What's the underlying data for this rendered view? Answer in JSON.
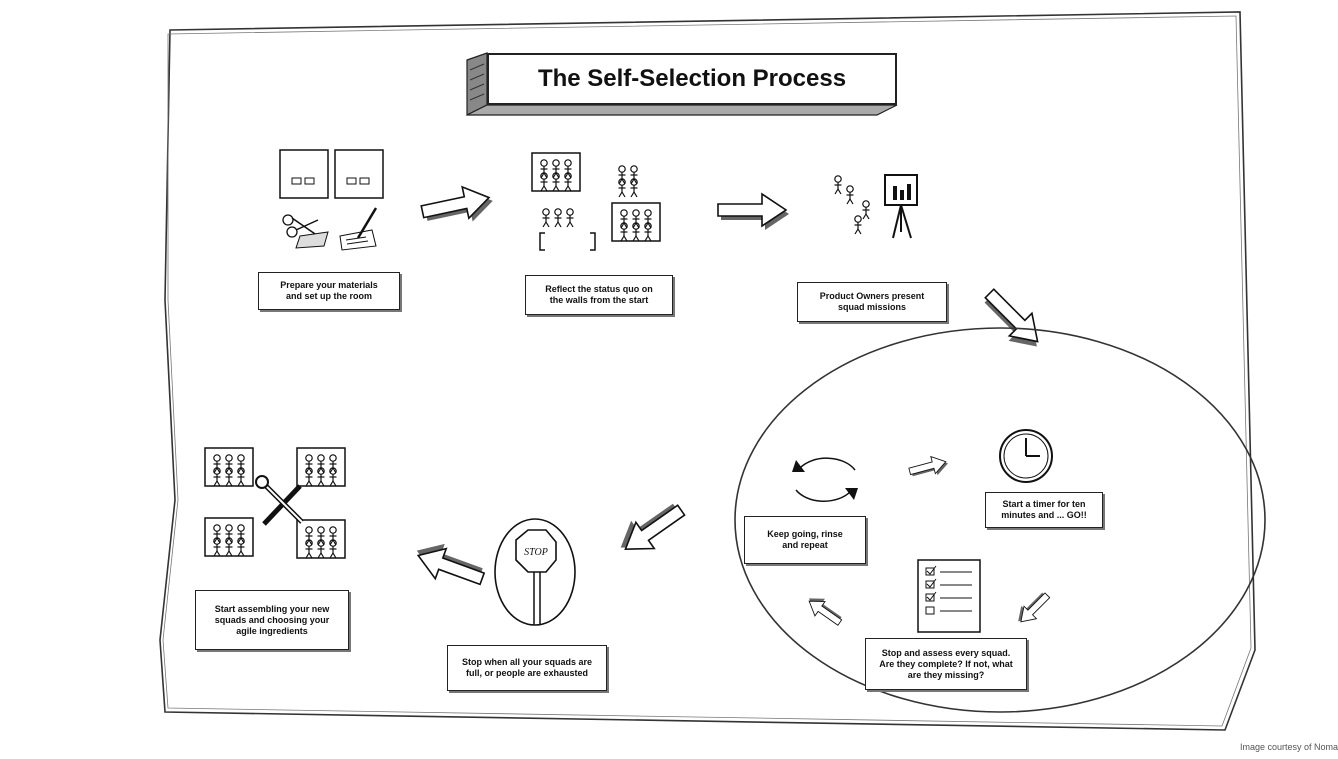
{
  "title": "The Self-Selection Process",
  "steps": {
    "prepare": "Prepare your materials\nand set up the room",
    "reflect": "Reflect the status quo on\nthe walls from the start",
    "present": "Product Owners present\nsquad missions",
    "timer": "Start a timer for ten\nminutes and ... GO!!",
    "assess": "Stop and assess every squad.\nAre they complete? If not, what\nare they missing?",
    "keep_going": "Keep going, rinse\nand repeat",
    "stop_full": "Stop when all your squads are\nfull, or people are exhausted",
    "assemble": "Start assembling your new\nsquads and choosing your\nagile ingredients"
  },
  "stop_sign_text": "STOP",
  "credit": "Image courtesy of Noma"
}
